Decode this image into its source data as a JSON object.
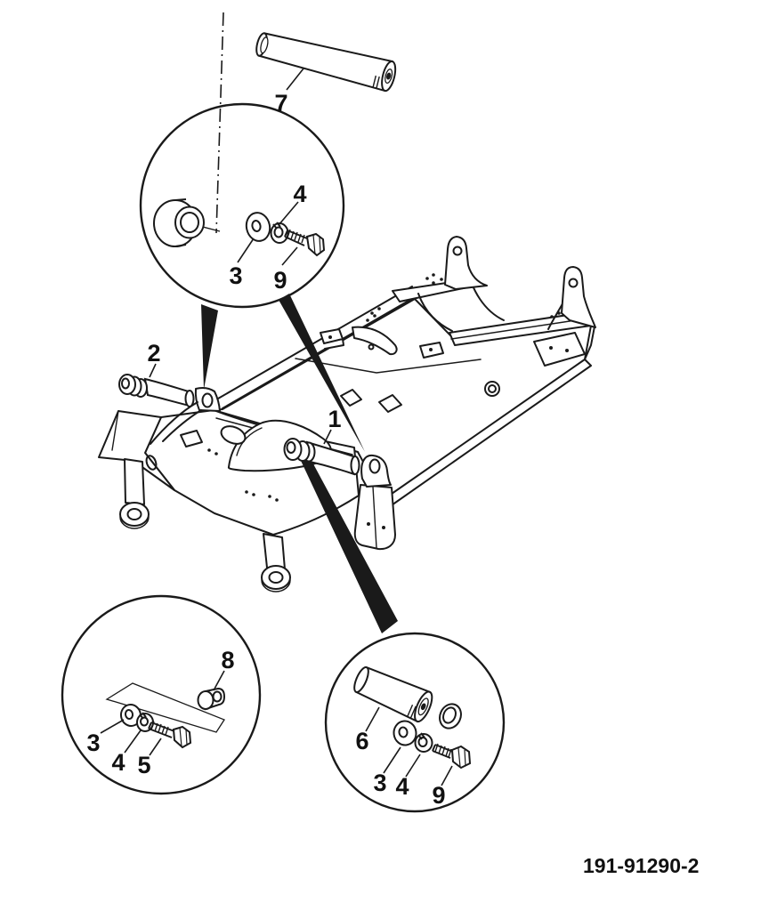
{
  "drawing": {
    "number": "191-91290-2",
    "colors": {
      "line": "#1a1a1a",
      "background": "#ffffff"
    },
    "callouts": {
      "pin_main": "1",
      "pin_front_left": "2",
      "pin_upper": "7",
      "top_detail": {
        "washer": "3",
        "lock_washer": "4",
        "bolt": "9"
      },
      "bottom_left_detail": {
        "washer": "3",
        "lock_washer": "4",
        "bolt": "5",
        "spacer": "8"
      },
      "bottom_right_detail": {
        "pin": "6",
        "washer": "3",
        "lock_washer": "4",
        "bolt": "9"
      }
    }
  }
}
